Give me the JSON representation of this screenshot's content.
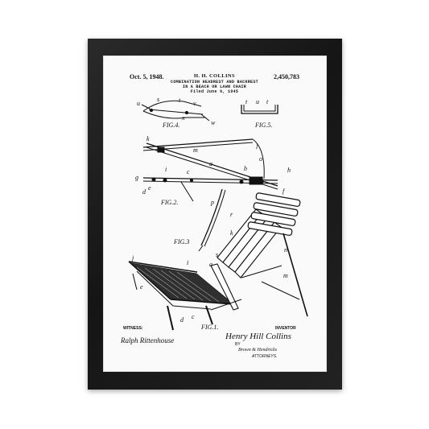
{
  "print": {
    "date": "Oct. 5, 1948.",
    "patent_number": "2,450,783",
    "inventor_header": "H. H. COLLINS",
    "title_line1": "COMBINATION HEADREST AND BACKREST",
    "title_line2": "IN A BEACH OR LAWN CHAIR",
    "title_line3": "Filed June 6, 1945",
    "witness_label": "WITNESS:",
    "witness_signature": "Ralph Rittenhouse",
    "inventor_label": "INVENTOR",
    "inventor_signature": "Henry Hill Collins",
    "by_label": "BY",
    "attorney_signature": "Brown & Hendricks",
    "attorneys_label": "ATTORNEYS.",
    "figures": {
      "fig1": "FIG.1.",
      "fig2": "FIG.2.",
      "fig3": "FIG.3",
      "fig4": "FIG.4.",
      "fig5": "FIG.5."
    },
    "part_labels": [
      "u",
      "s",
      "t",
      "v",
      "x",
      "w",
      "t",
      "u",
      "t",
      "k",
      "m",
      "l",
      "o",
      "b",
      "g",
      "i",
      "c",
      "a",
      "e",
      "h",
      "d",
      "f",
      "p",
      "r",
      "s",
      "k",
      "n",
      "m",
      "j",
      "i",
      "a",
      "e",
      "c",
      "d"
    ]
  },
  "colors": {
    "frame": "#1c1c1c",
    "mat": "#fafafa",
    "ink": "#111111"
  }
}
